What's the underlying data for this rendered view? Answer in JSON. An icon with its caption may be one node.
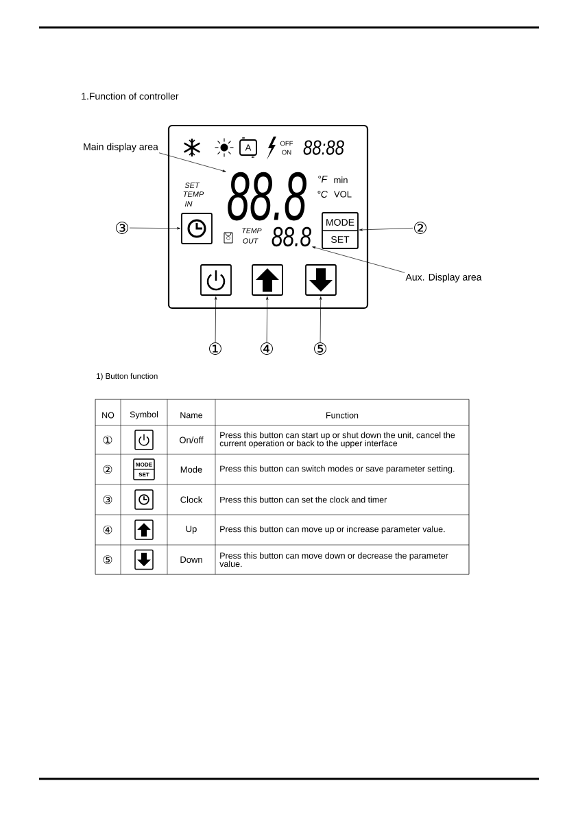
{
  "diagram": {
    "title": "1.Function of controller",
    "nodes": [
      {
        "text": [],
        "shape": "box"
      },
      {
        "text": [
          "Main display area"
        ]
      },
      {
        "text": [
          "88.8"
        ],
        "in": 0
      },
      {
        "text": [],
        "shape": "box",
        "in": 0
      },
      {
        "text": [
          "③"
        ]
      },
      {
        "text": [
          "MODE",
          "SET"
        ],
        "in": 0
      },
      {
        "text": [
          "②"
        ]
      },
      {
        "text": [
          "88.8"
        ],
        "in": 0
      },
      {
        "text": [
          "Aux. Display area"
        ]
      },
      {
        "text": [],
        "shape": "box",
        "in": 0
      },
      {
        "text": [],
        "shape": "box",
        "in": 0
      },
      {
        "text": [],
        "shape": "box",
        "in": 0
      },
      {
        "text": [
          "①"
        ]
      },
      {
        "text": [
          "④"
        ]
      },
      {
        "text": [
          "⑤"
        ]
      }
    ],
    "edges": [
      {
        "from": 1,
        "to": 2,
        "arrow": "to"
      },
      {
        "from": 4,
        "to": 3,
        "arrow": "to"
      },
      {
        "from": 6,
        "to": 5,
        "arrow": "to"
      },
      {
        "from": 8,
        "to": 7,
        "arrow": "to"
      },
      {
        "from": 12,
        "to": 9,
        "arrow": "to"
      },
      {
        "from": 13,
        "to": 10,
        "arrow": "to"
      },
      {
        "from": 14,
        "to": 11,
        "arrow": "to"
      }
    ],
    "labels": [
      "OFF",
      "ON",
      "88:88",
      "A",
      "°F",
      "min",
      "°C",
      "VOL",
      "SET",
      "TEMP",
      "IN",
      "TEMP",
      "OUT",
      "1) Button function",
      "NO",
      "Symbol",
      "Name",
      "Function",
      "①",
      "On/off",
      "Press this button can start up or shut down the unit, cancel the current operation or back to the upper interface",
      "②",
      "MODE",
      "SET",
      "Mode",
      "Press this button can switch modes or save parameter setting.",
      "③",
      "Clock",
      "Press this button can set the clock and timer",
      "④",
      "Up",
      "Press this button can move up or increase parameter value.",
      "⑤",
      "Down",
      "Press this button can move down or decrease the parameter value."
    ]
  }
}
